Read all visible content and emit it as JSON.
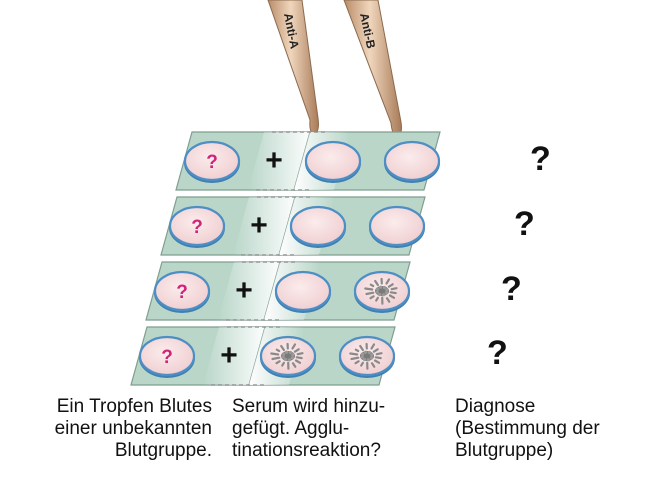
{
  "pipettes": [
    {
      "label": "Anti-A"
    },
    {
      "label": "Anti-B"
    }
  ],
  "rows": [
    {
      "sample_mark": "?",
      "plus": "+",
      "anti_a": "no agglutination",
      "anti_b": "no agglutination",
      "diagnosis": "?"
    },
    {
      "sample_mark": "?",
      "plus": "+",
      "anti_a": "no agglutination",
      "anti_b": "no agglutination",
      "diagnosis": "?"
    },
    {
      "sample_mark": "?",
      "plus": "+",
      "anti_a": "no agglutination",
      "anti_b": "agglutination",
      "diagnosis": "?"
    },
    {
      "sample_mark": "?",
      "plus": "+",
      "anti_a": "agglutination",
      "anti_b": "agglutination",
      "diagnosis": "?"
    }
  ],
  "captions": {
    "left": [
      "Ein Tropfen Blutes",
      "einer unbekannten",
      "Blutgruppe."
    ],
    "middle": [
      "Serum wird hinzu-",
      "gefügt. Agglu-",
      "tinationsreaktion?"
    ],
    "right": [
      "Diagnose",
      "(Bestimmung der",
      "Blutgruppe)"
    ]
  },
  "colors": {
    "slide": "#b9d6c9",
    "slide_edge": "#7f9e90",
    "drop_rim": "#4d8fc4",
    "drop_fill": "#f6dede",
    "question_mark": "#d2237b",
    "pipette": "#d7b08c"
  }
}
